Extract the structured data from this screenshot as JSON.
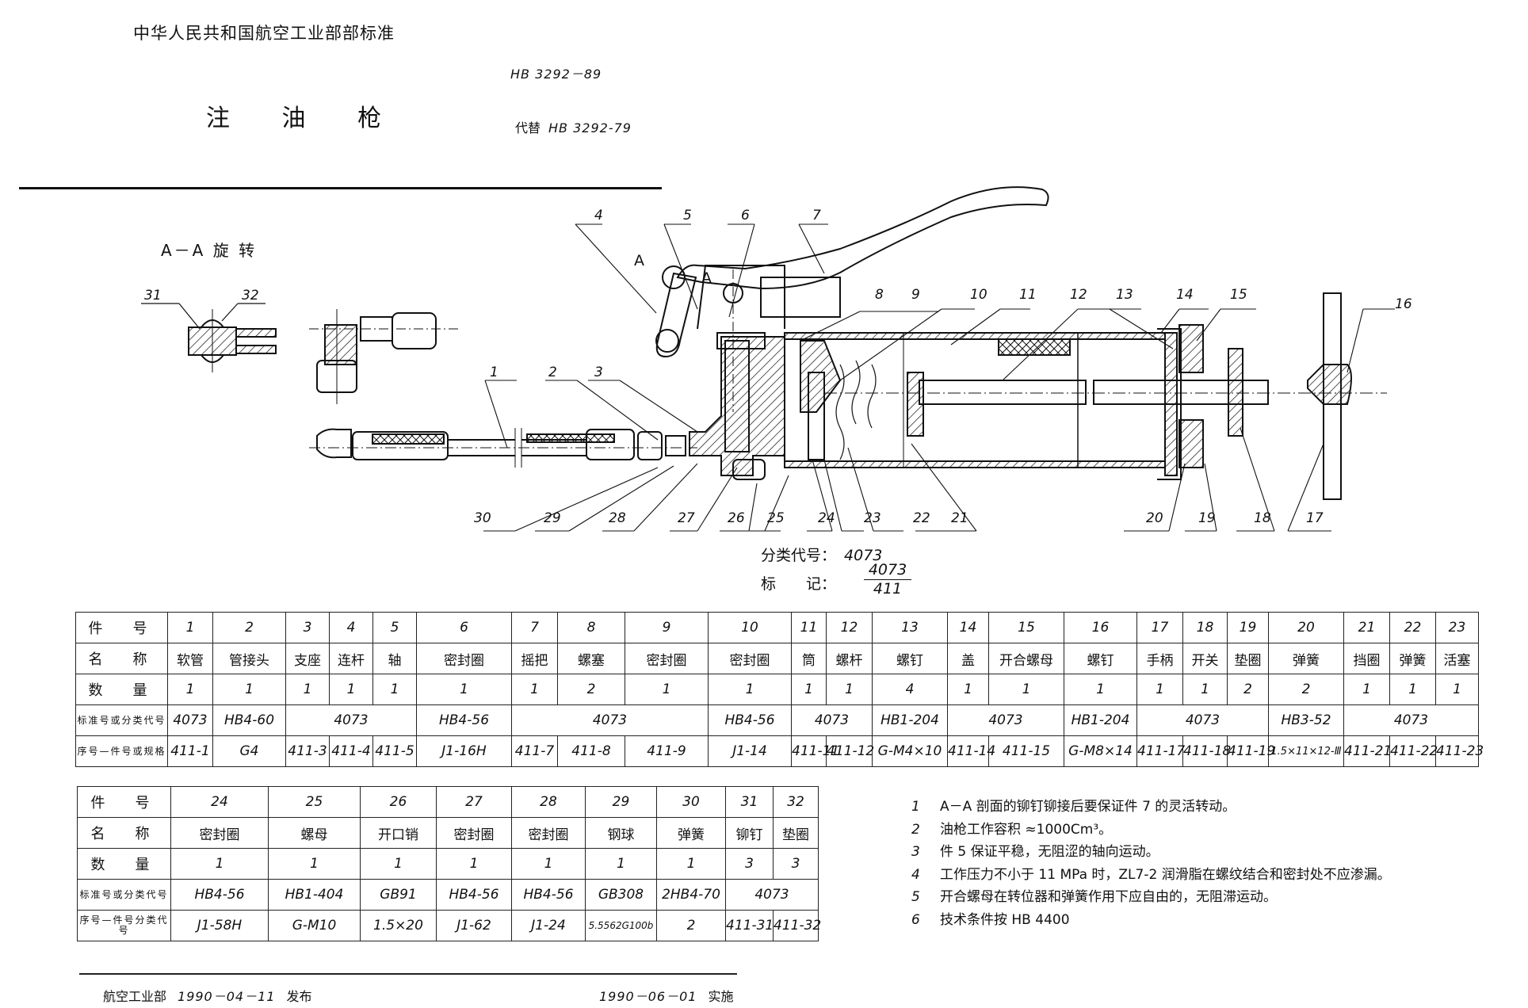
{
  "header": {
    "organization": "中华人民共和国航空工业部部标准",
    "standard_no": "HB 3292－89",
    "title": "注 油 枪",
    "replaces_label": "代替",
    "replaces_no": "HB 3292-79"
  },
  "drawing": {
    "section_label": "A－A 旋 转",
    "section_marker_left": "A",
    "section_marker_right": "A",
    "callouts": [
      "1",
      "2",
      "3",
      "4",
      "5",
      "6",
      "7",
      "8",
      "9",
      "10",
      "11",
      "12",
      "13",
      "14",
      "15",
      "16",
      "17",
      "18",
      "19",
      "20",
      "21",
      "22",
      "23",
      "24",
      "25",
      "26",
      "27",
      "28",
      "29",
      "30",
      "31",
      "32"
    ],
    "classification_label": "分类代号：",
    "classification_value": "4073",
    "mark_label": "标　　记：",
    "mark_numerator": "4073",
    "mark_denominator": "411"
  },
  "table1": {
    "row_headers": [
      "件　号",
      "名　称",
      "数　量",
      "标准号或分类代号",
      "序号—件号或规格"
    ],
    "items": [
      {
        "no": "1",
        "name": "软管",
        "qty": "1",
        "std": "4073",
        "spec": "411-1"
      },
      {
        "no": "2",
        "name": "管接头",
        "qty": "1",
        "std": "HB4-60",
        "spec": "G4"
      },
      {
        "no": "3",
        "name": "支座",
        "qty": "1",
        "std": "4073",
        "spec": "411-3"
      },
      {
        "no": "4",
        "name": "连杆",
        "qty": "1",
        "std": "4073",
        "spec": "411-4"
      },
      {
        "no": "5",
        "name": "轴",
        "qty": "1",
        "std": "4073",
        "spec": "411-5"
      },
      {
        "no": "6",
        "name": "密封圈",
        "qty": "1",
        "std": "HB4-56",
        "spec": "J1-16H"
      },
      {
        "no": "7",
        "name": "摇把",
        "qty": "1",
        "std": "4073",
        "spec": "411-7"
      },
      {
        "no": "8",
        "name": "螺塞",
        "qty": "2",
        "std": "4073",
        "spec": "411-8"
      },
      {
        "no": "9",
        "name": "密封圈",
        "qty": "1",
        "std": "4073",
        "spec": "411-9"
      },
      {
        "no": "10",
        "name": "密封圈",
        "qty": "1",
        "std": "HB4-56",
        "spec": "J1-14"
      },
      {
        "no": "11",
        "name": "筒",
        "qty": "1",
        "std": "4073",
        "spec": "411-11"
      },
      {
        "no": "12",
        "name": "螺杆",
        "qty": "1",
        "std": "4073",
        "spec": "411-12"
      },
      {
        "no": "13",
        "name": "螺钉",
        "qty": "4",
        "std": "HB1-204",
        "spec": "G-M4×10"
      },
      {
        "no": "14",
        "name": "盖",
        "qty": "1",
        "std": "4073",
        "spec": "411-14"
      },
      {
        "no": "15",
        "name": "开合螺母",
        "qty": "1",
        "std": "4073",
        "spec": "411-15"
      },
      {
        "no": "16",
        "name": "螺钉",
        "qty": "1",
        "std": "HB1-204",
        "spec": "G-M8×14"
      },
      {
        "no": "17",
        "name": "手柄",
        "qty": "1",
        "std": "4073",
        "spec": "411-17"
      },
      {
        "no": "18",
        "name": "开关",
        "qty": "1",
        "std": "4073",
        "spec": "411-18"
      },
      {
        "no": "19",
        "name": "垫圈",
        "qty": "2",
        "std": "4073",
        "spec": "411-19"
      },
      {
        "no": "20",
        "name": "弹簧",
        "qty": "2",
        "std": "HB3-52",
        "spec": "1.5×11×12-Ⅲ"
      },
      {
        "no": "21",
        "name": "挡圈",
        "qty": "1",
        "std": "4073",
        "spec": "411-21"
      },
      {
        "no": "22",
        "name": "弹簧",
        "qty": "1",
        "std": "4073",
        "spec": "411-22"
      },
      {
        "no": "23",
        "name": "活塞",
        "qty": "1",
        "std": "4073",
        "spec": "411-23"
      }
    ],
    "std_merged": [
      "4073",
      "HB4-60",
      "4073",
      "HB4-56",
      "4073",
      "HB4-56",
      "4073",
      "HB1-204",
      "4073",
      "HB1-204",
      "4073",
      "HB3-52",
      "4073"
    ]
  },
  "table2": {
    "row_headers": [
      "件　号",
      "名　称",
      "数　量",
      "标准号或分类代号",
      "序号—件号分类代号"
    ],
    "items": [
      {
        "no": "24",
        "name": "密封圈",
        "qty": "1",
        "std": "HB4-56",
        "spec": "J1-58H"
      },
      {
        "no": "25",
        "name": "螺母",
        "qty": "1",
        "std": "HB1-404",
        "spec": "G-M10"
      },
      {
        "no": "26",
        "name": "开口销",
        "qty": "1",
        "std": "GB91",
        "spec": "1.5×20"
      },
      {
        "no": "27",
        "name": "密封圈",
        "qty": "1",
        "std": "HB4-56",
        "spec": "J1-62"
      },
      {
        "no": "28",
        "name": "密封圈",
        "qty": "1",
        "std": "HB4-56",
        "spec": "J1-24"
      },
      {
        "no": "29",
        "name": "钢球",
        "qty": "1",
        "std": "GB308",
        "spec": "5.5562G100b"
      },
      {
        "no": "30",
        "name": "弹簧",
        "qty": "1",
        "std": "2HB4-70",
        "spec": "2"
      },
      {
        "no": "31",
        "name": "铆钉",
        "qty": "3",
        "std": "4073",
        "spec": "411-31"
      },
      {
        "no": "32",
        "name": "垫圈",
        "qty": "3",
        "std": "4073",
        "spec": "411-32"
      }
    ]
  },
  "notes": [
    {
      "n": "1",
      "text": "A－A 剖面的铆钉铆接后要保证件 7 的灵活转动。"
    },
    {
      "n": "2",
      "text": "油枪工作容积 ≈1000Cm³。"
    },
    {
      "n": "3",
      "text": "件 5 保证平稳，无阻涩的轴向运动。"
    },
    {
      "n": "4",
      "text": "工作压力不小于 11 MPa 时，ZL7-2 润滑脂在螺纹结合和密封处不应渗漏。"
    },
    {
      "n": "5",
      "text": "开合螺母在转位器和弹簧作用下应自由的，无阻滞运动。"
    },
    {
      "n": "6",
      "text": "技术条件按 HB 4400"
    }
  ],
  "footer": {
    "issuer": "航空工业部",
    "issue_date": "1990－04－11",
    "issue_label": "发布",
    "effective_date": "1990－06－01",
    "effective_label": "实施"
  }
}
